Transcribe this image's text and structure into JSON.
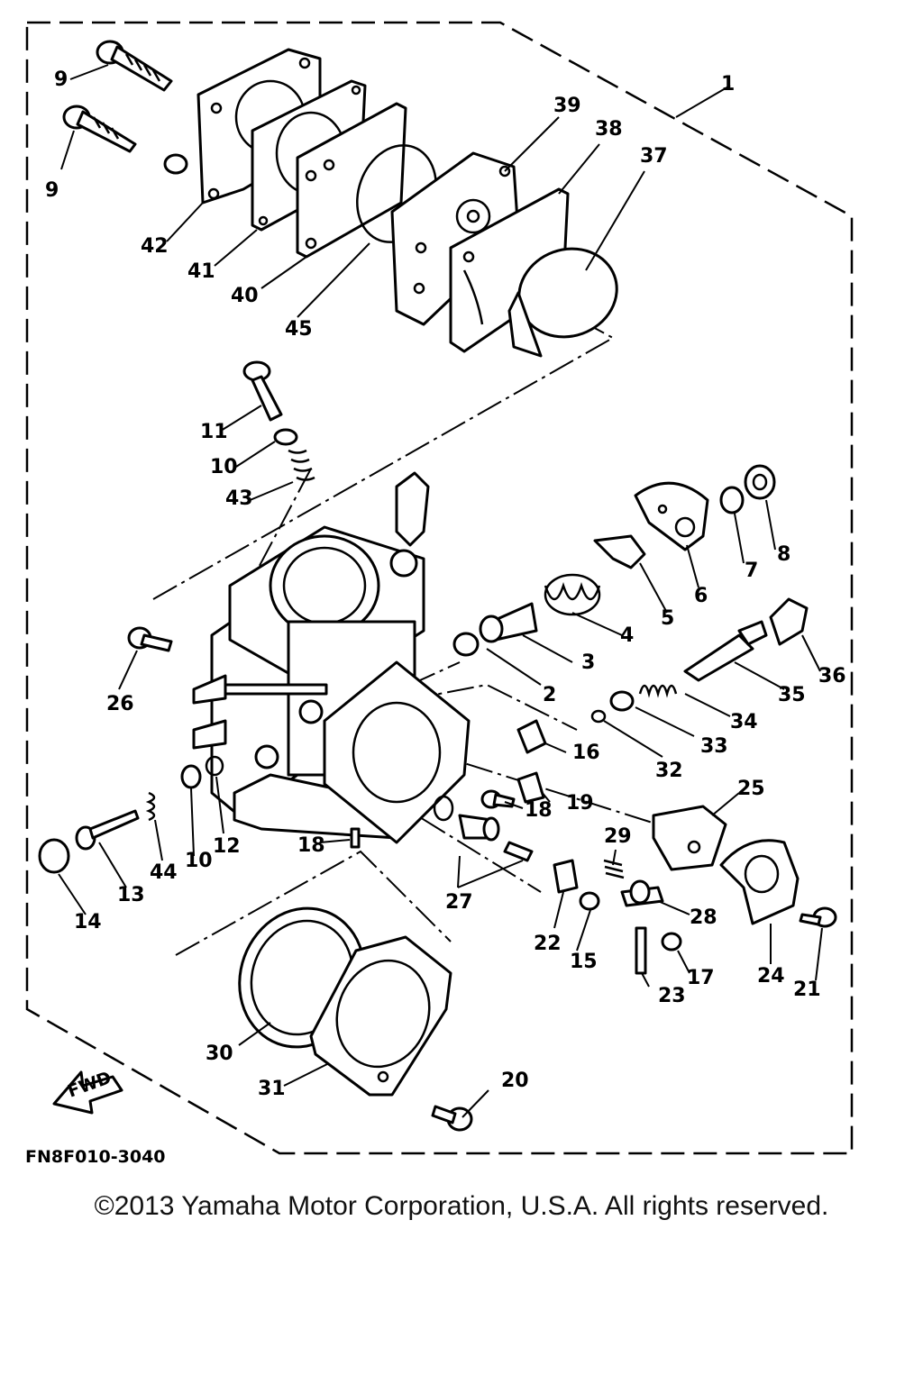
{
  "diagram": {
    "drawing_code": "FN8F010-3040",
    "direction_label": "FWD",
    "callouts": [
      {
        "id": "c1",
        "label": "1"
      },
      {
        "id": "c2",
        "label": "2"
      },
      {
        "id": "c3",
        "label": "3"
      },
      {
        "id": "c4",
        "label": "4"
      },
      {
        "id": "c5",
        "label": "5"
      },
      {
        "id": "c6",
        "label": "6"
      },
      {
        "id": "c7",
        "label": "7"
      },
      {
        "id": "c8",
        "label": "8"
      },
      {
        "id": "c9a",
        "label": "9"
      },
      {
        "id": "c9b",
        "label": "9"
      },
      {
        "id": "c10a",
        "label": "10"
      },
      {
        "id": "c10b",
        "label": "10"
      },
      {
        "id": "c11",
        "label": "11"
      },
      {
        "id": "c12",
        "label": "12"
      },
      {
        "id": "c13",
        "label": "13"
      },
      {
        "id": "c14",
        "label": "14"
      },
      {
        "id": "c15",
        "label": "15"
      },
      {
        "id": "c16",
        "label": "16"
      },
      {
        "id": "c17",
        "label": "17"
      },
      {
        "id": "c18a",
        "label": "18"
      },
      {
        "id": "c18b",
        "label": "18"
      },
      {
        "id": "c19",
        "label": "19"
      },
      {
        "id": "c20",
        "label": "20"
      },
      {
        "id": "c21",
        "label": "21"
      },
      {
        "id": "c22",
        "label": "22"
      },
      {
        "id": "c23",
        "label": "23"
      },
      {
        "id": "c24",
        "label": "24"
      },
      {
        "id": "c25",
        "label": "25"
      },
      {
        "id": "c26",
        "label": "26"
      },
      {
        "id": "c27",
        "label": "27"
      },
      {
        "id": "c28",
        "label": "28"
      },
      {
        "id": "c29",
        "label": "29"
      },
      {
        "id": "c30",
        "label": "30"
      },
      {
        "id": "c31",
        "label": "31"
      },
      {
        "id": "c32",
        "label": "32"
      },
      {
        "id": "c33",
        "label": "33"
      },
      {
        "id": "c34",
        "label": "34"
      },
      {
        "id": "c35",
        "label": "35"
      },
      {
        "id": "c36",
        "label": "36"
      },
      {
        "id": "c37",
        "label": "37"
      },
      {
        "id": "c38",
        "label": "38"
      },
      {
        "id": "c39",
        "label": "39"
      },
      {
        "id": "c40",
        "label": "40"
      },
      {
        "id": "c41",
        "label": "41"
      },
      {
        "id": "c42",
        "label": "42"
      },
      {
        "id": "c43",
        "label": "43"
      },
      {
        "id": "c44",
        "label": "44"
      },
      {
        "id": "c45",
        "label": "45"
      }
    ]
  },
  "footer": {
    "copyright": "©2013 Yamaha Motor Corporation, U.S.A. All rights reserved."
  }
}
